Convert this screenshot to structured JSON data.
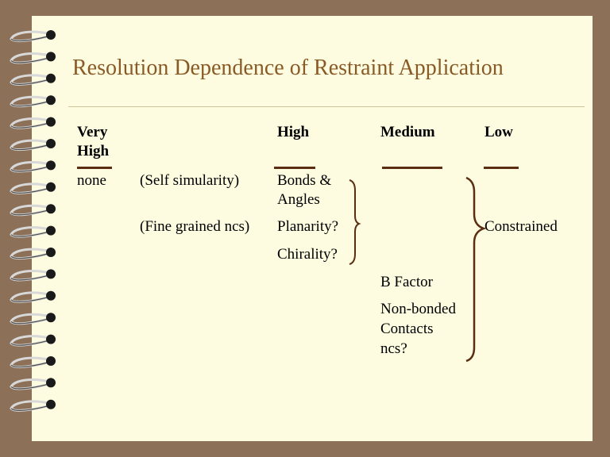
{
  "slide": {
    "title": "Resolution Dependence of Restraint Application",
    "headers": {
      "very_high_line1": "Very",
      "very_high_line2": "High",
      "high": "High",
      "medium": "Medium",
      "low": "Low"
    },
    "cells": {
      "none": "none",
      "self_simularity": "(Self simularity)",
      "fine_grained_ncs": "(Fine grained ncs)",
      "bonds_line1": "Bonds &",
      "bonds_line2": "Angles",
      "planarity": "Planarity?",
      "chirality": "Chirality?",
      "b_factor": "B Factor",
      "non_bonded_line1": "Non-bonded",
      "non_bonded_line2": "Contacts",
      "ncs": "ncs?",
      "constrained": "Constrained"
    },
    "colors": {
      "background": "#8c7058",
      "page": "#fdfce1",
      "title": "#8a5a26",
      "bars": "#5a2e12"
    }
  }
}
